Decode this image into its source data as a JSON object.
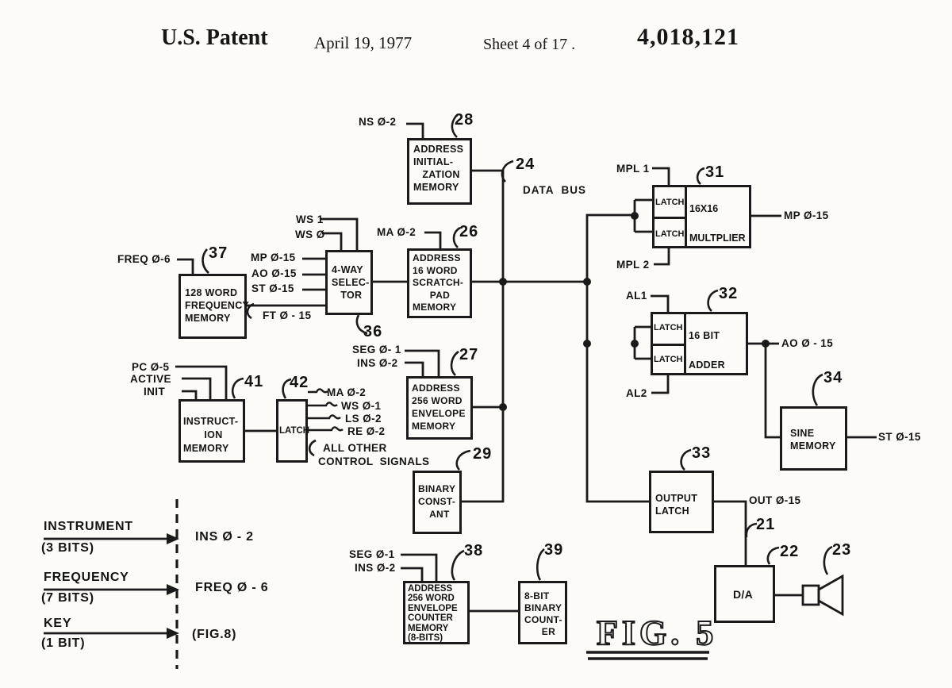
{
  "header": {
    "patent": "U.S. Patent",
    "date": "April 19, 1977",
    "sheet": "Sheet 4 of 17 .",
    "number": "4,018,121"
  },
  "figure": {
    "label": "FIG. 5"
  },
  "blocks": {
    "init_mem": "ADDRESS\nINITIAL-\n   ZATION\nMEMORY",
    "freq_mem": "128 WORD\nFREQUENCY\nMEMORY",
    "selector": "4-WAY\nSELEC-\n   TOR",
    "scratch": "ADDRESS\n16 WORD\nSCRATCH-\n      PAD\nMEMORY",
    "env_mem": "ADDRESS\n256 WORD\nENVELOPE\nMEMORY",
    "bin_const": "BINARY\nCONST-\n    ANT",
    "instr_mem": "INSTRUCT-\n       ION\nMEMORY",
    "latch": "LATCH",
    "env_ctr": "ADDRESS\n256 WORD\nENVELOPE\nCOUNTER\nMEMORY\n(8-BITS)",
    "counter": "8-BIT\nBINARY\nCOUNT-\n      ER",
    "mult": "16X16\nMULTPLIER",
    "adder": "16 BIT\nADDER",
    "sine": "SINE\nMEMORY",
    "out_latch": "OUTPUT\nLATCH",
    "da": "D/A"
  },
  "labels": {
    "ns": "NS Ø-2",
    "data_bus": "DATA  BUS",
    "ws1": "WS 1",
    "ws0": "WS Ø",
    "ma26": "MA Ø-2",
    "freq_in": "FREQ Ø-6",
    "mp_in": "MP Ø-15",
    "ao_in": "AO Ø-15",
    "st_in": "ST Ø-15",
    "ft": "FT Ø - 15",
    "pc": "PC Ø-5",
    "active": "ACTIVE",
    "init": "INIT",
    "seg27": "SEG Ø- 1",
    "ins27": "INS Ø-2",
    "ma_out": "MA Ø-2",
    "ws_out": "WS Ø-1",
    "ls_out": "LS Ø-2",
    "re_out": "RE Ø-2",
    "all_other": "ALL OTHER",
    "control_signals": "CONTROL  SIGNALS",
    "mpl1": "MPL 1",
    "mpl2": "MPL 2",
    "al1": "AL1",
    "al2": "AL2",
    "mp_out": "MP Ø-15",
    "ao_out": "AO Ø - 15",
    "st_out": "ST Ø-15",
    "out_bus": "OUT Ø-15",
    "seg38": "SEG Ø-1",
    "ins38": "INS Ø-2",
    "instrument": "INSTRUMENT",
    "instrument_bits": "(3 BITS)",
    "ins_bus": "INS Ø - 2",
    "frequency": "FREQUENCY",
    "frequency_bits": "(7 BITS)",
    "freq_bus": "FREQ Ø - 6",
    "key": "KEY",
    "key_bits": "(1 BIT)",
    "key_fig": "(FIG.8)"
  },
  "refs": {
    "r21": "21",
    "r22": "22",
    "r23": "23",
    "r24": "24",
    "r26": "26",
    "r27": "27",
    "r28": "28",
    "r29": "29",
    "r31": "31",
    "r32": "32",
    "r33": "33",
    "r34": "34",
    "r36": "36",
    "r37": "37",
    "r38": "38",
    "r39": "39",
    "r41": "41",
    "r42": "42"
  }
}
